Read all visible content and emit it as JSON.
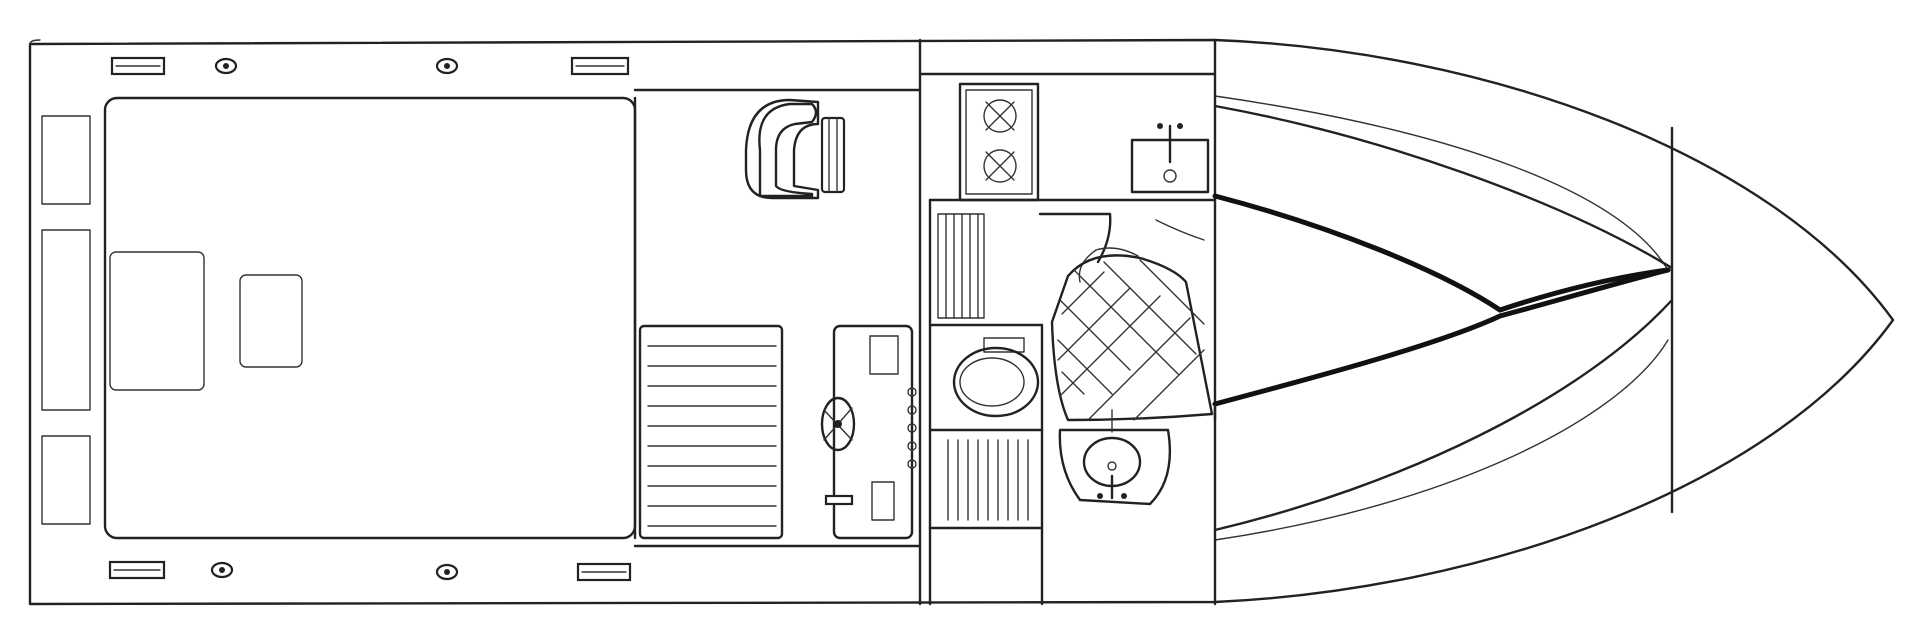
{
  "diagram": {
    "type": "boat-deck-plan",
    "view": "top",
    "colors": {
      "line": "#222222",
      "background": "#ffffff"
    },
    "components": [
      "hull-outline",
      "cockpit",
      "helm-station",
      "helm-seat",
      "companionway-steps",
      "galley-stove",
      "galley-sink",
      "head-toilet",
      "head-sink",
      "v-berth",
      "hatches",
      "cleats"
    ]
  }
}
